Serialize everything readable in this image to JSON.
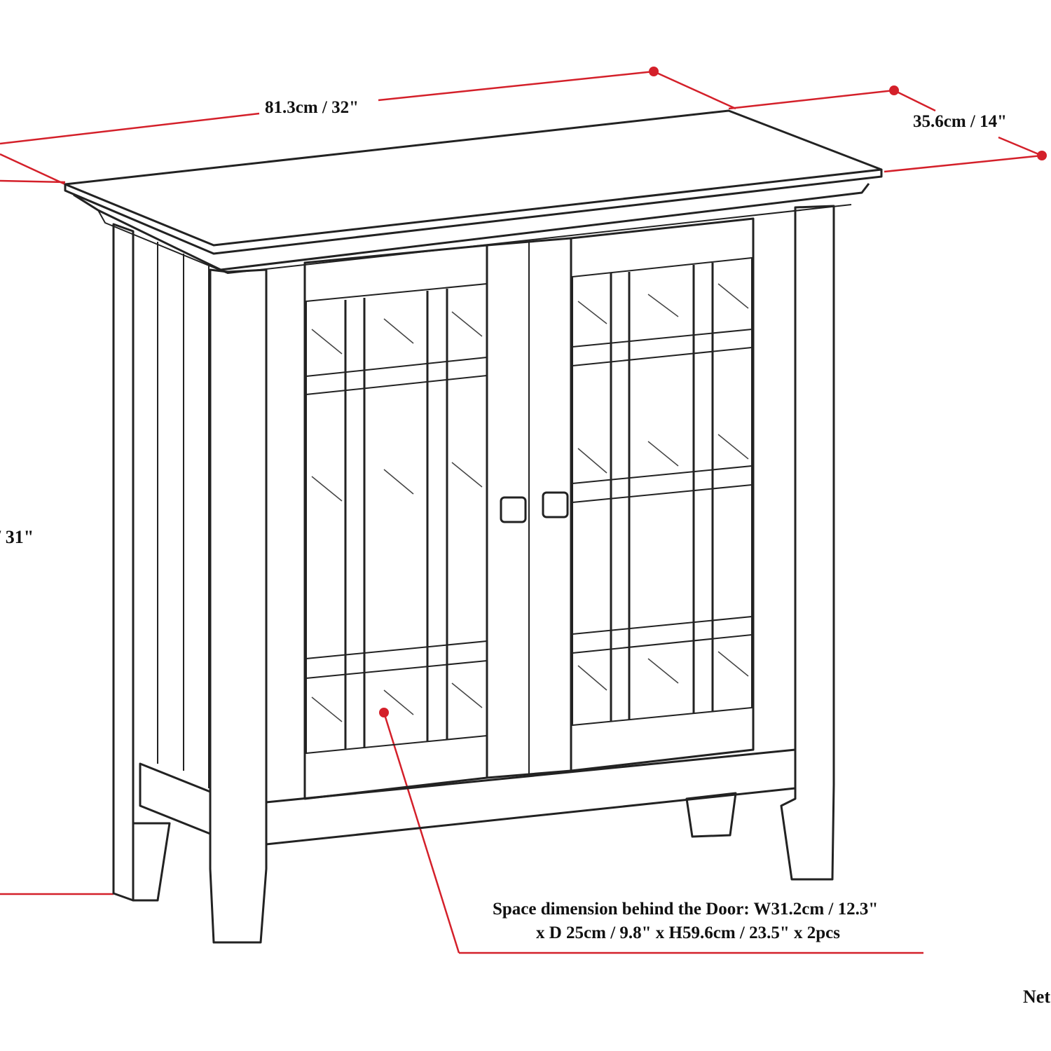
{
  "dimensions": {
    "width": "81.3cm / 32\"",
    "depth": "35.6cm / 14\"",
    "height_partial": "/ 31\"",
    "interior_line1": "Space dimension behind the Door: W31.2cm / 12.3\"",
    "interior_line2": "x D 25cm / 9.8\" x H59.6cm / 23.5\" x 2pcs",
    "net_partial": "Net"
  },
  "colors": {
    "dimension_line": "#d4202a",
    "drawing": "#222222"
  }
}
